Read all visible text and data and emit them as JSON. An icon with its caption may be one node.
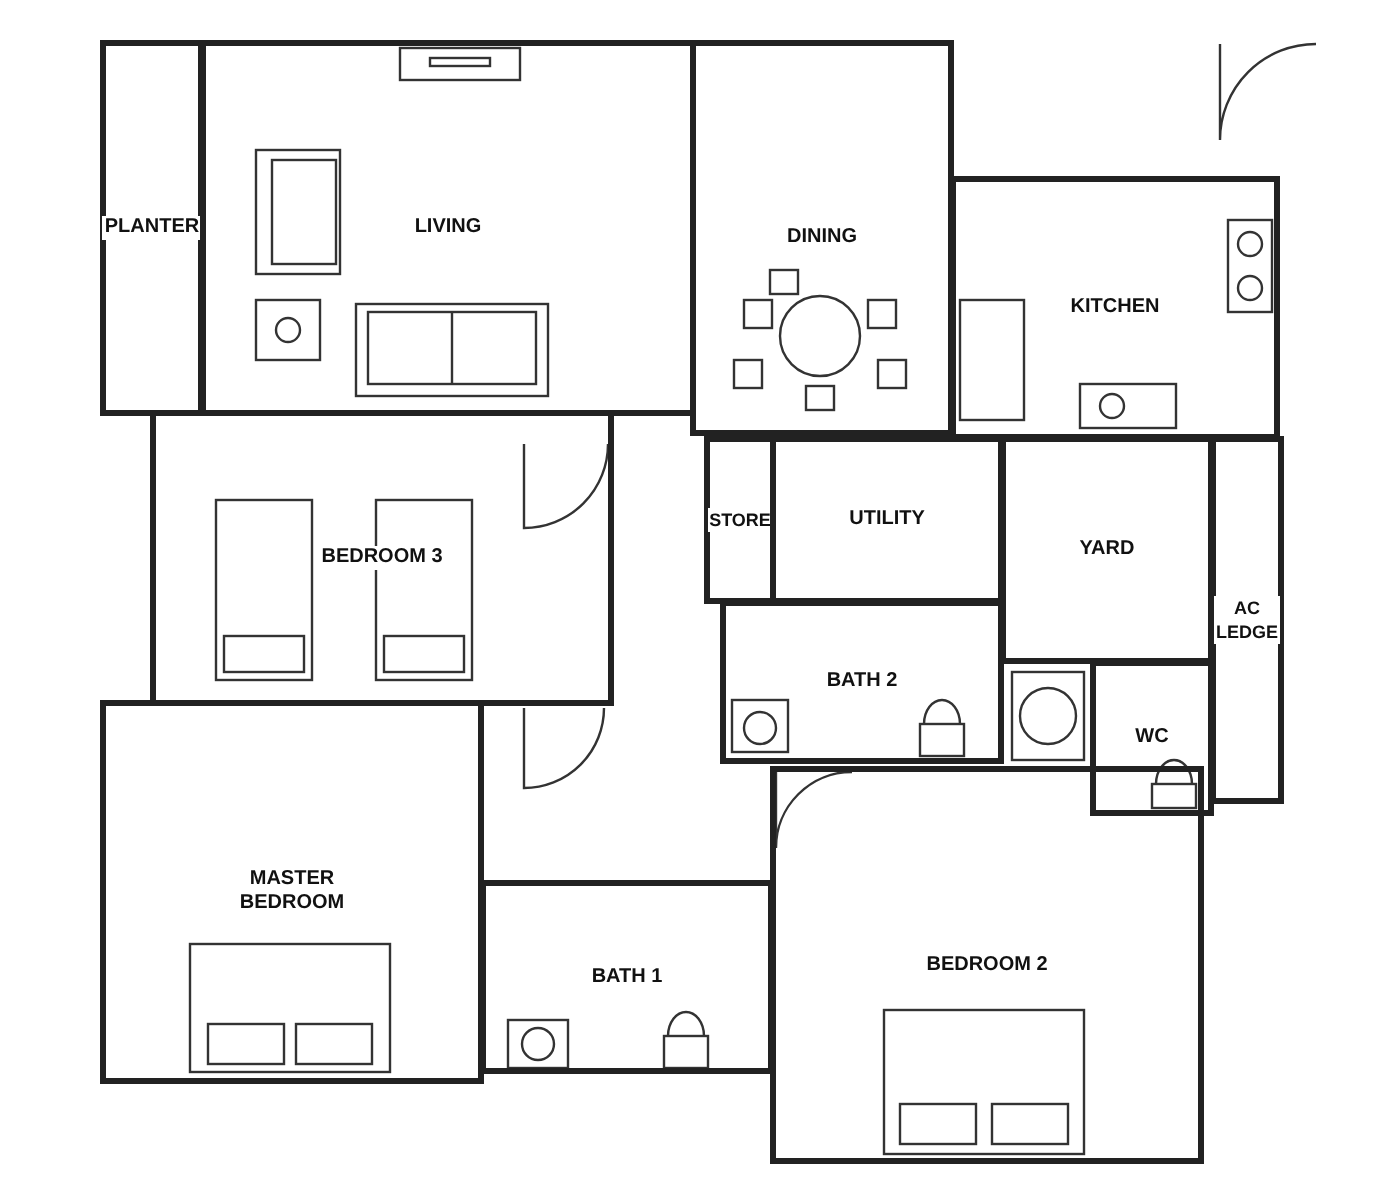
{
  "diagram": {
    "nodes": [
      {
        "text": [
          "PLANTER"
        ]
      },
      {
        "text": [
          "LIVING"
        ]
      },
      {
        "text": [
          "DINING"
        ]
      },
      {
        "text": [
          "KITCHEN"
        ]
      },
      {
        "text": [
          "BEDROOM 3"
        ]
      },
      {
        "text": [
          "STORE"
        ]
      },
      {
        "text": [
          "UTILITY"
        ]
      },
      {
        "text": [
          "YARD"
        ]
      },
      {
        "text": [
          "AC LEDGE"
        ]
      },
      {
        "text": [
          "BATH 2"
        ]
      },
      {
        "text": [
          "WC"
        ]
      },
      {
        "text": [
          "MASTER BEDROOM"
        ]
      },
      {
        "text": [
          "BATH 1"
        ]
      },
      {
        "text": [
          "BEDROOM 2"
        ]
      }
    ]
  }
}
